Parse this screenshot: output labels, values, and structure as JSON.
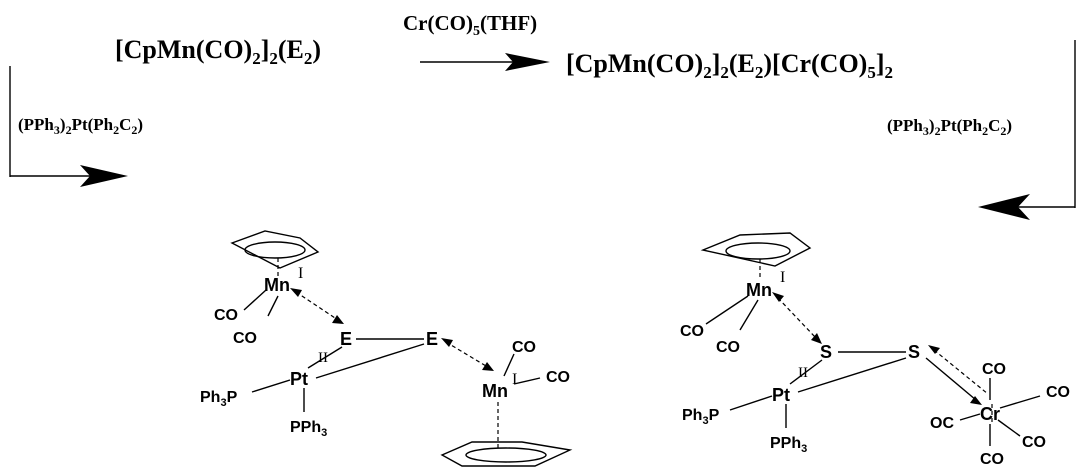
{
  "scheme": {
    "start_compound": {
      "main": "[CpMn(CO)",
      "sub1": "2",
      "mid": "]",
      "sub2": "2",
      "rest": "(E",
      "sub3": "2",
      "end": ")"
    },
    "reagent_top": {
      "main": "Cr(CO)",
      "sub": "5",
      "rest": "(THF)"
    },
    "product_top": {
      "p1": "[CpMn(CO)",
      "s1": "2",
      "p2": "]",
      "s2": "2",
      "p3": "(E",
      "s3": "2",
      "p4": ")[Cr(CO)",
      "s4": "5",
      "p5": "]",
      "s5": "2"
    },
    "reagent_left": {
      "p1": "(PPh",
      "s1": "3",
      "p2": ")",
      "s2": "2",
      "p3": "Pt(Ph",
      "s3": "2",
      "p4": "C",
      "s4": "2",
      "p5": ")"
    },
    "reagent_right": {
      "p1": "(PPh",
      "s1": "3",
      "p2": ")",
      "s2": "2",
      "p3": "Pt(Ph",
      "s3": "2",
      "p4": "C",
      "s4": "2",
      "p5": ")"
    }
  },
  "left_structure": {
    "mn_top": "Mn",
    "mn_top_ox": "I",
    "co_a": "CO",
    "co_b": "CO",
    "e1": "E",
    "e2": "E",
    "pt": "Pt",
    "pt_ox": "II",
    "ph3p": "Ph",
    "ph3p_sub": "3",
    "ph3p_end": "P",
    "pph3": "PPh",
    "pph3_sub": "3",
    "mn_bottom": "Mn",
    "mn_bottom_ox": "I",
    "co_c": "CO",
    "co_d": "CO"
  },
  "right_structure": {
    "mn": "Mn",
    "mn_ox": "I",
    "co_a": "CO",
    "co_b": "CO",
    "s1": "S",
    "s2": "S",
    "pt": "Pt",
    "pt_ox": "II",
    "ph3p": "Ph",
    "ph3p_sub": "3",
    "ph3p_end": "P",
    "pph3": "PPh",
    "pph3_sub": "3",
    "cr": "Cr",
    "co_1": "CO",
    "co_2": "CO",
    "co_3": "CO",
    "co_4": "CO",
    "oc": "OC"
  }
}
